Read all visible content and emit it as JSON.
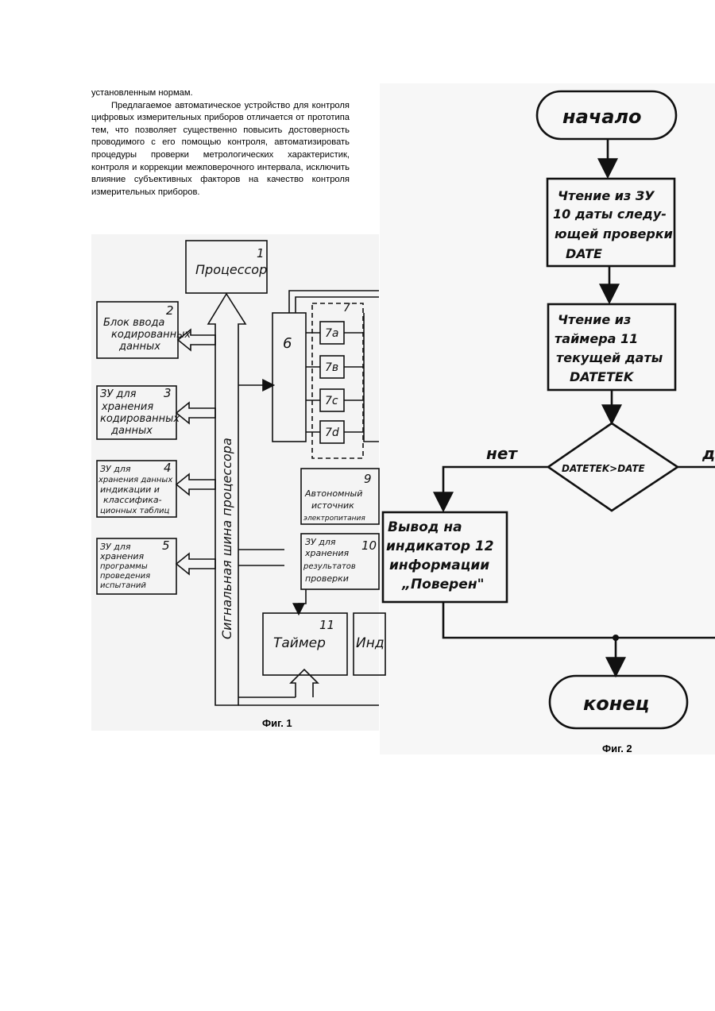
{
  "text": {
    "line1": "установленным нормам.",
    "para2": "Предлагаемое автоматическое устройство для контроля цифровых измерительных приборов отличается от прототипа тем, что позволяет существенно повысить достоверность проводимого с его помощью контроля, автоматизировать процедуры проверки метрологических характеристик, контроля и коррекции межповерочного интервала, исключить влияние субъективных факторов на качество контроля измерительных приборов."
  },
  "fig1": {
    "caption": "Фиг. 1",
    "processor": {
      "num": "1",
      "label": "Процессор"
    },
    "block2": {
      "num": "2",
      "lines": [
        "Блок ввода",
        "кодированных",
        "данных"
      ]
    },
    "block3": {
      "num": "3",
      "lines": [
        "ЗУ для",
        "хранения",
        "кодированных",
        "данных"
      ]
    },
    "block4": {
      "num": "4",
      "lines": [
        "ЗУ для",
        "хранения данных",
        "индикации и",
        "классифика-",
        "ционных таблиц"
      ]
    },
    "block5": {
      "num": "5",
      "lines": [
        "ЗУ для",
        "хранения",
        "программы",
        "проведения",
        "испытаний"
      ]
    },
    "block6": {
      "num": "6"
    },
    "block7": {
      "num": "7",
      "sub": [
        "7a",
        "7в",
        "7с",
        "7d"
      ]
    },
    "block9": {
      "num": "9",
      "lines": [
        "Автономный",
        "источник",
        "электропитания"
      ]
    },
    "block10": {
      "num": "10",
      "lines": [
        "ЗУ для",
        "хранения",
        "результатов",
        "проверки"
      ]
    },
    "block11": {
      "num": "11",
      "label": "Таймер"
    },
    "block_ind": {
      "label": "Инд"
    },
    "bus": "Сигнальная шина процессора"
  },
  "fig2": {
    "caption": "Фиг. 2",
    "start": "начало",
    "step1": [
      "Чтение из ЗУ",
      "10 даты следу-",
      "ющей проверки",
      "DATE"
    ],
    "step2": [
      "Чтение из",
      "таймера 11",
      "текущей даты",
      "DATETEK"
    ],
    "decision": "DATETEK>DATE",
    "no_label": "нет",
    "yes_label": "да",
    "output": [
      "Вывод на",
      "индикатор 12",
      "информации",
      "„Поверен\""
    ],
    "end": "конец"
  }
}
